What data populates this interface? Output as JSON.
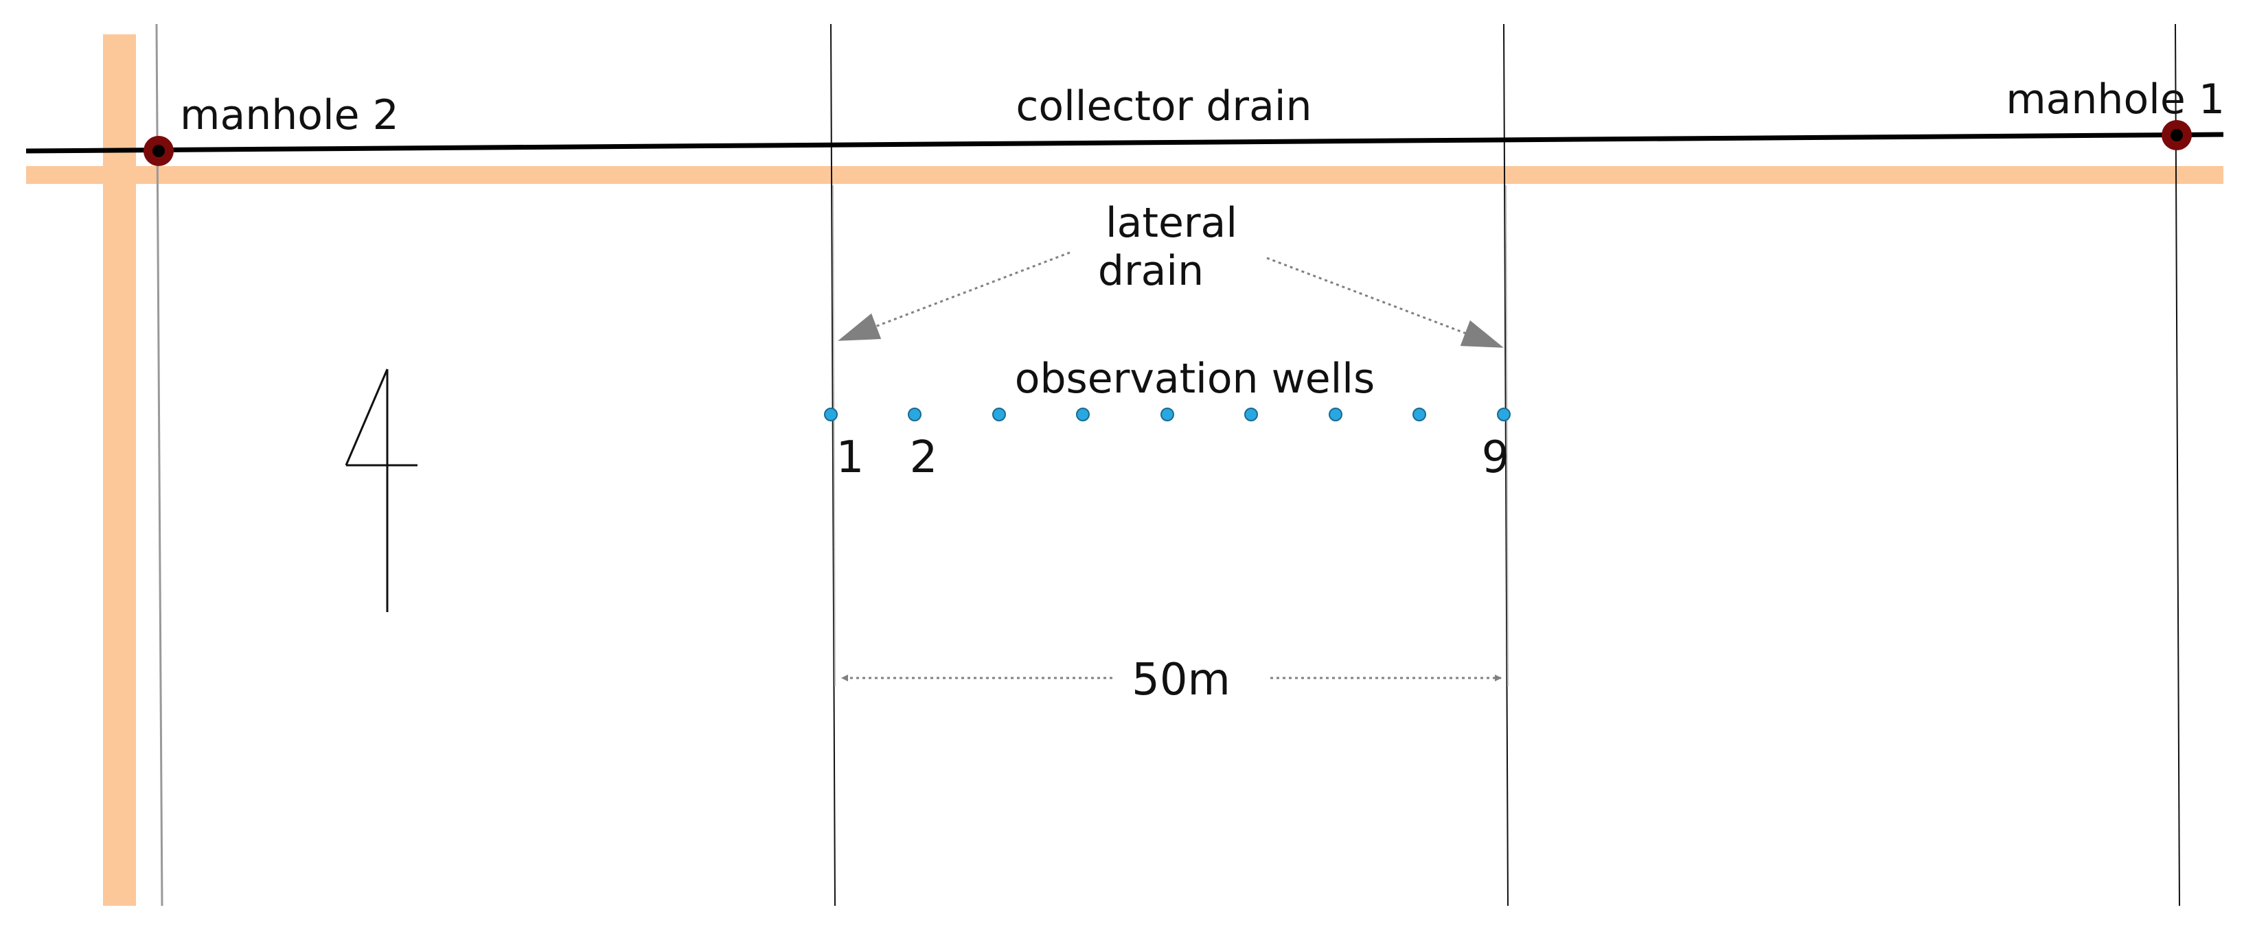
{
  "labels": {
    "manhole_left": "manhole 2",
    "manhole_right": "manhole 1",
    "collector": "collector drain",
    "lateral_line1": "lateral",
    "lateral_line2": "drain",
    "wells": "observation wells",
    "well_first": "1",
    "well_second": "2",
    "well_last": "9",
    "spacing": "50m",
    "north_symbol": "4"
  },
  "colors": {
    "road": "#fcc89a",
    "drain": "#000000",
    "manhole_fill": "#7a0a0a",
    "well": "#29a7e0",
    "arrow": "#808080"
  }
}
